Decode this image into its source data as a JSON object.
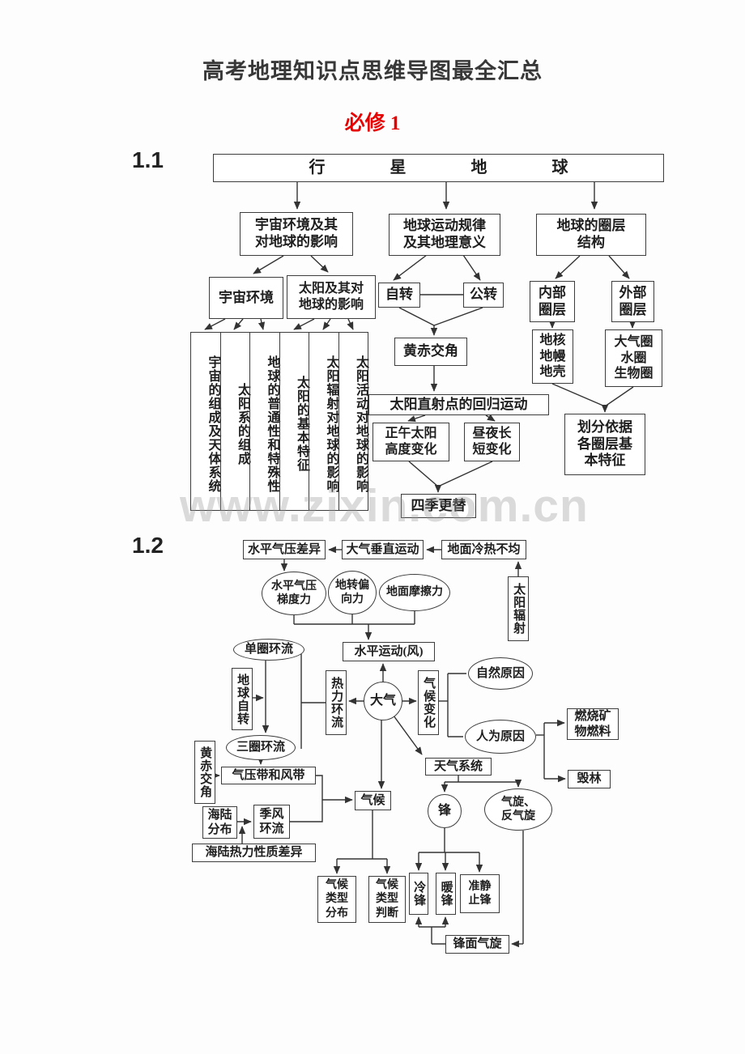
{
  "page": {
    "title": "高考地理知识点思维导图最全汇总",
    "subtitle": "必修 1",
    "subtitle_color": "#e60000",
    "watermark": "www.zixin.com.cn"
  },
  "d1": {
    "label": "1.1",
    "nodes": {
      "root": "行　　　　星　　　　地　　　　球",
      "cosmic_env": "宇宙环境及其\n对地球的影响",
      "earth_motion": "地球运动规律\n及其地理意义",
      "sphere_structure": "地球的圈层\n结构",
      "cosmic": "宇宙环境",
      "sun_effect": "太阳及其对\n地球的影响",
      "rotation": "自转",
      "revolution": "公转",
      "internal": "内部\n圈层",
      "external": "外部\n圈层",
      "ecliptic": "黄赤交角",
      "core": "地核\n地幔\n地壳",
      "spheres": "大气圈\n水圈\n生物圈",
      "subsolar": "太阳直射点的回归运动",
      "noon_sun": "正午太阳\n高度变化",
      "day_night": "昼夜长\n短变化",
      "division": "划分依据\n各圈层基\n本特征",
      "seasons": "四季更替"
    },
    "cols": [
      "宇宙的组成及天体系统",
      "太阳系的组成",
      "地球的普通性和特殊性",
      "太阳的基本特征",
      "太阳辐射对地球的影响",
      "太阳活动对地球的影响"
    ]
  },
  "d2": {
    "label": "1.2",
    "nodes": {
      "pressure_diff": "水平气压差异",
      "vertical_motion": "大气垂直运动",
      "uneven_heating": "地面冷热不均",
      "solar_radiation": "太阳辐射",
      "gradient_force": "水平气压\n梯度力",
      "coriolis": "地转偏\n向力",
      "friction": "地面摩擦力",
      "wind": "水平运动(风)",
      "atmosphere": "大气",
      "thermal": "热力环流",
      "climate_change": "气候变化",
      "single_cell": "单圈环流",
      "earth_rotation": "地球自转",
      "three_cell": "三圈环流",
      "ecliptic": "黄赤交角",
      "belts": "气压带和风带",
      "land_sea": "海陆\n分布",
      "monsoon": "季风\n环流",
      "thermal_diff": "海陆热力性质差异",
      "climate": "气候",
      "natural": "自然原因",
      "human": "人为原因",
      "fuels": "燃烧矿\n物燃料",
      "deforest": "毁林",
      "weather": "天气系统",
      "front": "锋",
      "cyclone": "气旋、\n反气旋",
      "climate_dist": "气候\n类型\n分布",
      "climate_judge": "气候\n类型\n判断",
      "cold_front": "冷锋",
      "warm_front": "暖锋",
      "stationary": "准静\n止锋",
      "frontal_cyclone": "锋面气旋"
    }
  }
}
